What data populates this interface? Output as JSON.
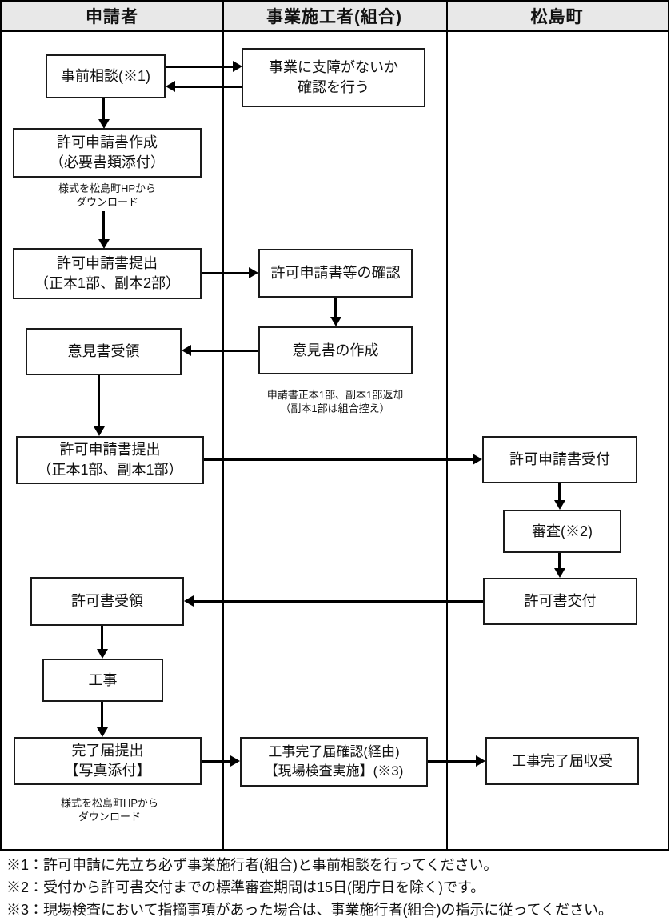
{
  "header": {
    "applicant": "申請者",
    "contractor": "事業施工者(組合)",
    "town": "松島町"
  },
  "boxes": {
    "prior_consult": {
      "label": "事前相談(※1)"
    },
    "confirm_no_hindrance": {
      "line1": "事業に支障がないか",
      "line2": "確認を行う"
    },
    "create_application": {
      "line1": "許可申請書作成",
      "line2": "（必要書類添付）"
    },
    "submit_application_2copies": {
      "line1": "許可申請書提出",
      "line2": "（正本1部、副本2部）"
    },
    "check_application": {
      "label": "許可申請書等の確認"
    },
    "receive_opinion": {
      "label": "意見書受領"
    },
    "create_opinion": {
      "label": "意見書の作成"
    },
    "submit_application_1copy": {
      "line1": "許可申請書提出",
      "line2": "（正本1部、副本1部）"
    },
    "accept_application": {
      "label": "許可申請書受付"
    },
    "review": {
      "label": "審査(※2)"
    },
    "issue_permit": {
      "label": "許可書交付"
    },
    "receive_permit": {
      "label": "許可書受領"
    },
    "construction": {
      "label": "工事"
    },
    "submit_completion": {
      "line1": "完了届提出",
      "line2": "【写真添付】"
    },
    "check_completion": {
      "line1": "工事完了届確認(経由)",
      "line2": "【現場検査実施】(※3)"
    },
    "receive_completion": {
      "label": "工事完了届収受"
    }
  },
  "annotations": {
    "download_form_top": {
      "line1": "様式を松島町HPから",
      "line2": "ダウンロード"
    },
    "return_copies": {
      "line1": "申請書正本1部、副本1部返却",
      "line2": "（副本1部は組合控え）"
    },
    "download_form_bottom": {
      "line1": "様式を松島町HPから",
      "line2": "ダウンロード"
    }
  },
  "footnotes": [
    "※1：許可申請に先立ち必ず事業施行者(組合)と事前相談を行ってください。",
    "※2：受付から許可書交付までの標準審査期間は15日(閉庁日を除く)です。",
    "※3：現場検査において指摘事項があった場合は、事業施行者(組合)の指示に従ってください。"
  ],
  "colors": {
    "header_bg": "#e8e8e8",
    "line": "#000000",
    "background": "#ffffff"
  }
}
